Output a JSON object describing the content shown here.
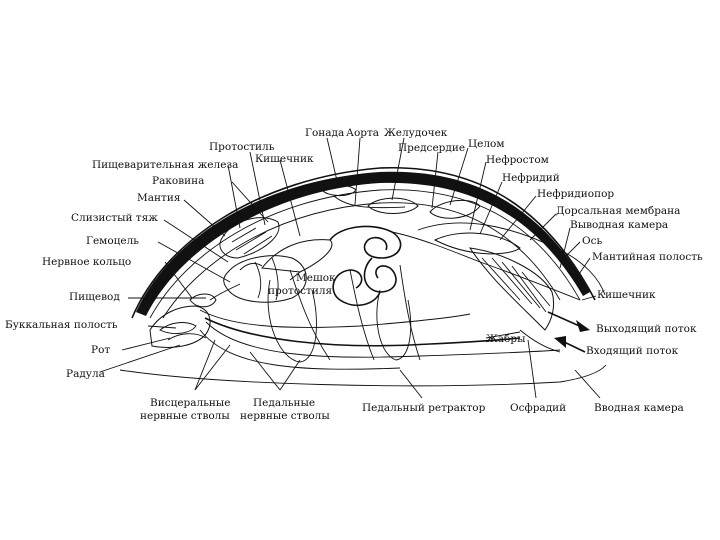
{
  "labels": {
    "gonada": "Гонада",
    "aorta": "Аорта",
    "zheludochek": "Желудочек",
    "protostil": "Протостиль",
    "predserdie": "Предсердие",
    "celom": "Целом",
    "kishechnik_top": "Кишечник",
    "nefrostom": "Нефростом",
    "pishchevaritelnaya_zheleza": "Пищеварительная железа",
    "nefridiy": "Нефридий",
    "rakovina": "Раковина",
    "nefridiopor": "Нефридиопор",
    "mantiya": "Мантия",
    "dorsalnaya_membrana": "Дорсальная мембрана",
    "slizistyy_tyazh": "Слизистый тяж",
    "vyvodnaya_kamera": "Выводная камера",
    "gemocel": "Гемоцель",
    "os": "Ось",
    "nervnoe_kolco": "Нервное кольцо",
    "mantiynaya_polost": "Мантийная полость",
    "pishchevod": "Пищевод",
    "kishechnik_right": "Кишечник",
    "meshok_line1": "Мешок",
    "meshok_line2": "протостиля",
    "bukkalnaya_polost": "Буккальная полость",
    "vykhodyashchiy_potok": "Выходящий поток",
    "zhabry": "Жабры",
    "rot": "Рот",
    "vkhodyashchiy_potok": "Входящий поток",
    "radula": "Радула",
    "visceralnye_line1": "Висцеральные",
    "visceralnye_line2": "нервные стволы",
    "pedalnye_line1": "Педальные",
    "pedalnye_line2": "нервные стволы",
    "pedalnyy_retraktor": "Педальный ретрактор",
    "osfradiy": "Осфрадий",
    "vvodnaya_kamera": "Вводная камера"
  }
}
